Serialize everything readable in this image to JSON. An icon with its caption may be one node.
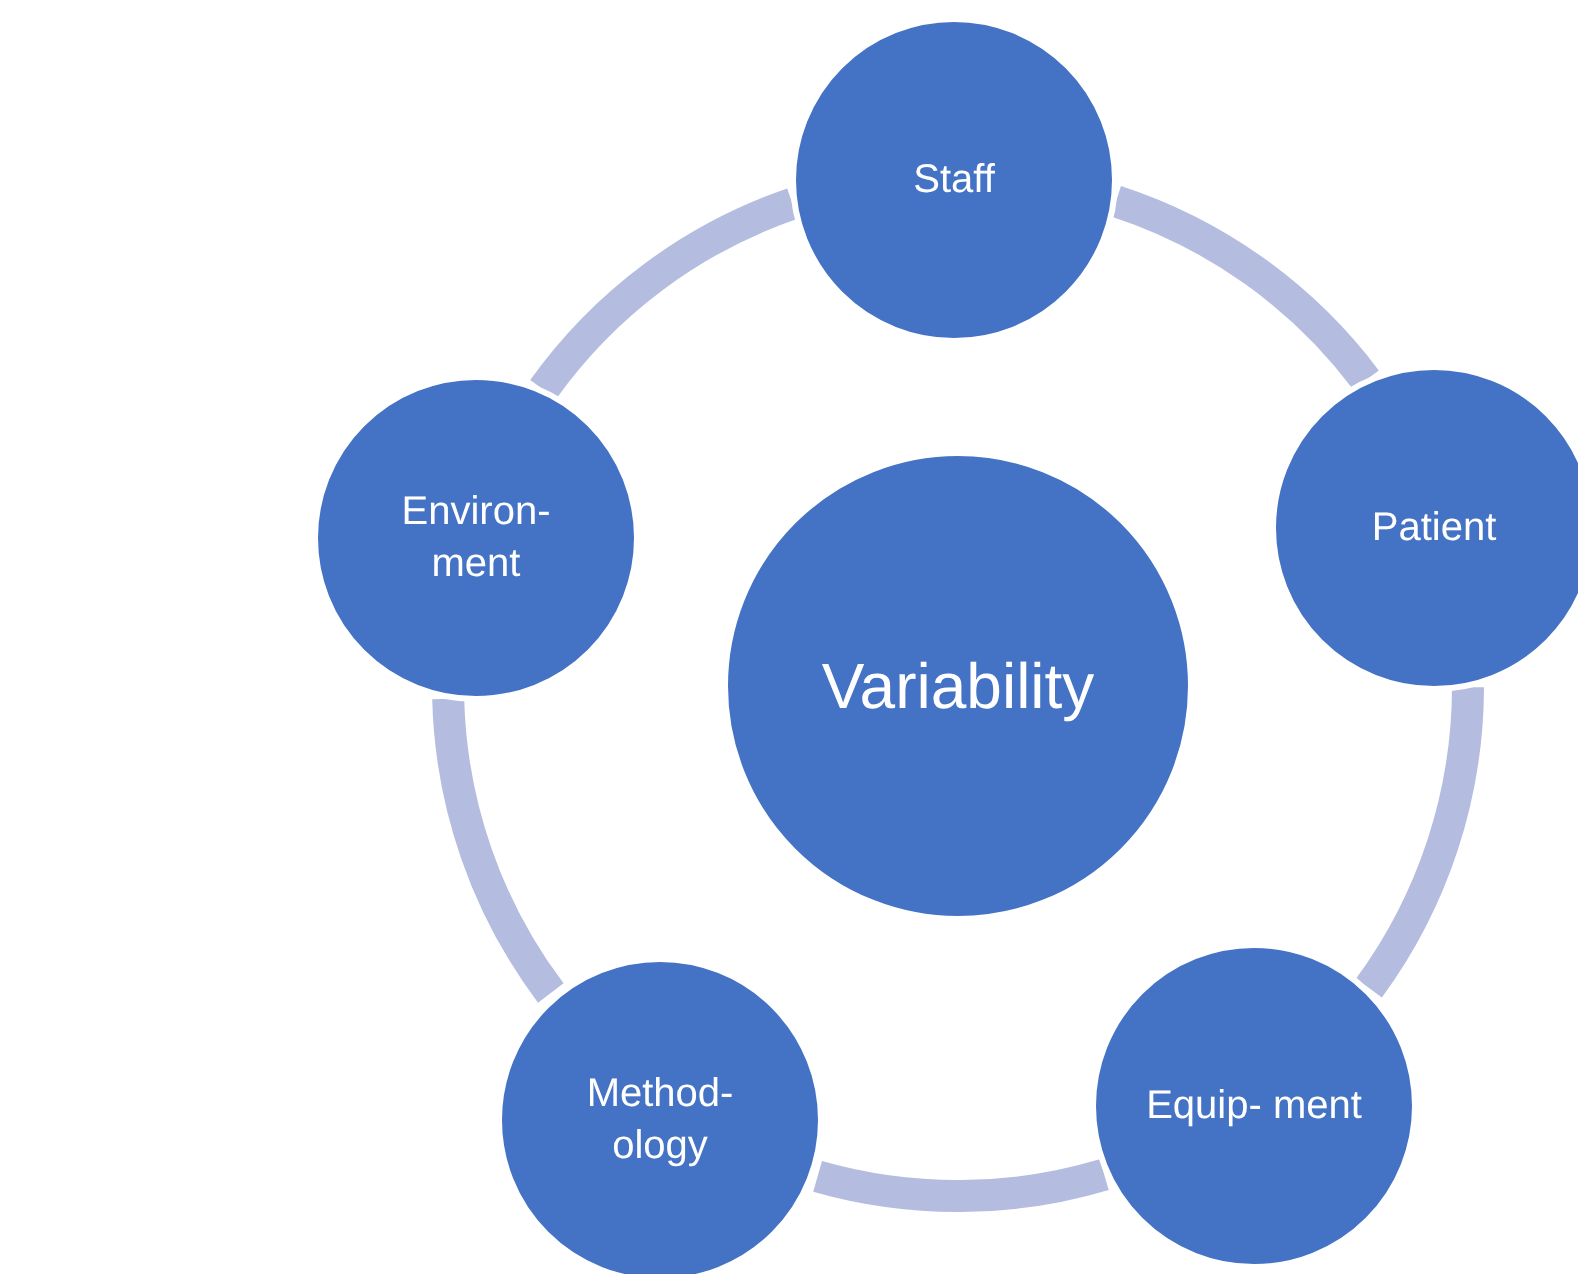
{
  "diagram": {
    "nodes": [
      {
        "text": [
          "Staff"
        ]
      },
      {
        "text": [
          "Patient"
        ]
      },
      {
        "text": [
          "Equip- ment"
        ]
      },
      {
        "text": [
          "Method- ology"
        ]
      },
      {
        "text": [
          "Environ- ment"
        ]
      },
      {
        "text": [
          "Variability"
        ]
      }
    ],
    "edges": [
      {
        "from": 0,
        "to": 1,
        "arrow": "none"
      },
      {
        "from": 1,
        "to": 2,
        "arrow": "none"
      },
      {
        "from": 2,
        "to": 3,
        "arrow": "none"
      },
      {
        "from": 3,
        "to": 4,
        "arrow": "none"
      },
      {
        "from": 4,
        "to": 0,
        "arrow": "none"
      }
    ]
  }
}
